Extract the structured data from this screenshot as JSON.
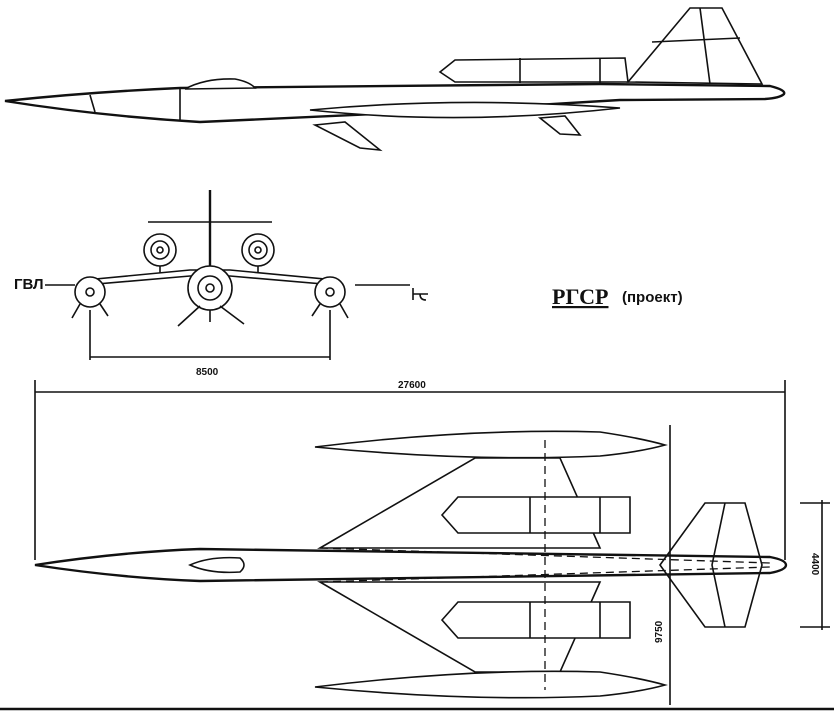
{
  "title": {
    "name": "РГСР",
    "suffix": "(проект)"
  },
  "front_view": {
    "waterline_label": "ГВЛ",
    "span_dimension": "8500"
  },
  "top_view": {
    "length_dimension": "27600",
    "tail_span_dimension": "4400",
    "wing_span_dimension": "9750"
  },
  "colors": {
    "ink": "#111111",
    "paper": "#ffffff"
  }
}
